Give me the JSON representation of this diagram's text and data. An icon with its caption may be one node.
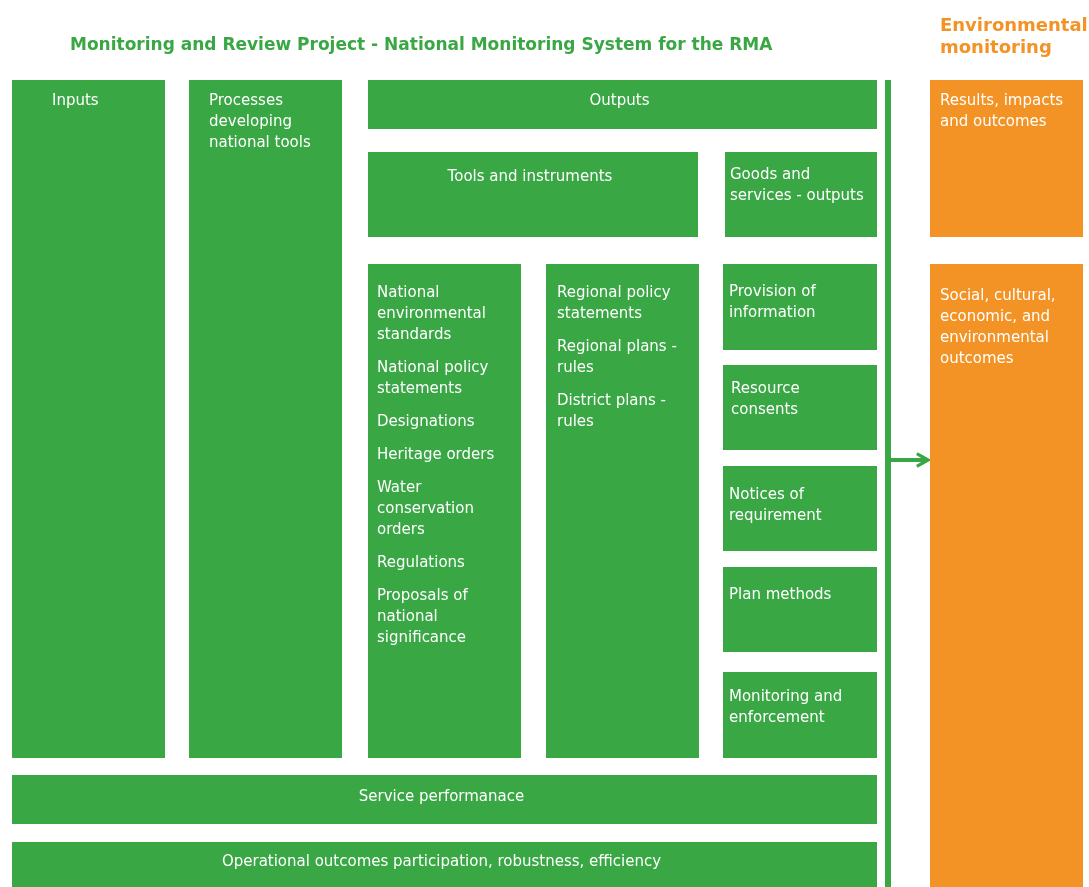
{
  "diagram": {
    "title": "Monitoring and Review Project - National Monitoring System for the RMA",
    "nodes": [
      {
        "text": [
          "Inputs"
        ]
      },
      {
        "text": [
          "Processes developing national tools"
        ]
      },
      {
        "text": [
          "Outputs"
        ]
      },
      {
        "text": [
          "Tools and instruments"
        ]
      },
      {
        "text": [
          "Goods and services - outputs"
        ]
      },
      {
        "text": [
          "National environmental standards",
          "National policy statements",
          "Designations",
          "Heritage orders",
          "Water conservation orders",
          "Regulations",
          "Proposals of national significance"
        ]
      },
      {
        "text": [
          "Regional policy statements",
          "Regional plans - rules",
          "District plans - rules"
        ]
      },
      {
        "text": [
          "Provision of information"
        ]
      },
      {
        "text": [
          "Resource consents"
        ]
      },
      {
        "text": [
          "Notices of requirement"
        ]
      },
      {
        "text": [
          "Plan methods"
        ]
      },
      {
        "text": [
          "Monitoring and enforcement"
        ]
      },
      {
        "text": [
          "Service performanace"
        ]
      },
      {
        "text": [
          "Operational outcomes participation, robustness, efficiency"
        ]
      },
      {
        "text": [
          "Results, impacts and outcomes"
        ]
      },
      {
        "text": [
          "Social, cultural, economic, and environmental outcomes"
        ]
      },
      {
        "text": [],
        "shape": "bar"
      }
    ],
    "edges": [
      {
        "from": 16,
        "to": 15,
        "arrow": "to"
      }
    ],
    "labels": [
      "Environmental monitoring"
    ]
  }
}
